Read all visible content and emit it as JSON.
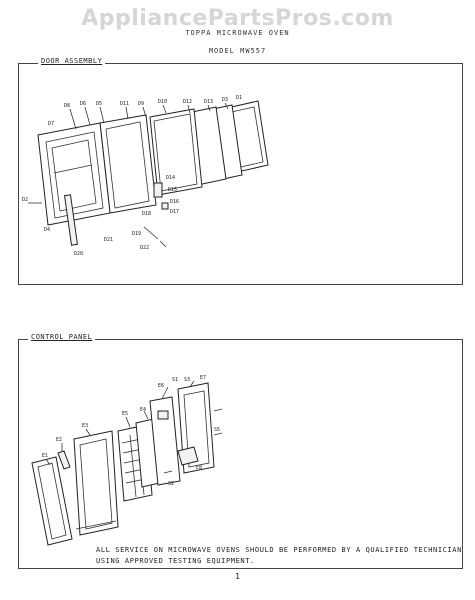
{
  "watermark": "AppliancePartsPros.com",
  "header": {
    "line1": "TOPPA MICROWAVE OVEN",
    "line2": "MODEL MW557"
  },
  "sections": {
    "door": {
      "title": "DOOR ASSEMBLY",
      "labels": [
        "D8",
        "D6",
        "D5",
        "D7",
        "D11",
        "D9",
        "D10",
        "D12",
        "D13",
        "D3",
        "D1",
        "D14",
        "D15",
        "D16",
        "D17",
        "D18",
        "D19",
        "D2",
        "D4",
        "D20",
        "D21",
        "D22"
      ]
    },
    "control": {
      "title": "CONTROL PANEL",
      "labels": [
        "E1",
        "E2",
        "E3",
        "E4",
        "E5",
        "E6",
        "E7",
        "E8",
        "S1",
        "S3",
        "S5",
        "S2"
      ]
    }
  },
  "note": {
    "line1": "ALL SERVICE ON MICROWAVE OVENS SHOULD BE PERFORMED BY A QUALIFIED TECHNICIAN",
    "line2": "USING APPROVED TESTING EQUIPMENT."
  },
  "page_number": "1"
}
